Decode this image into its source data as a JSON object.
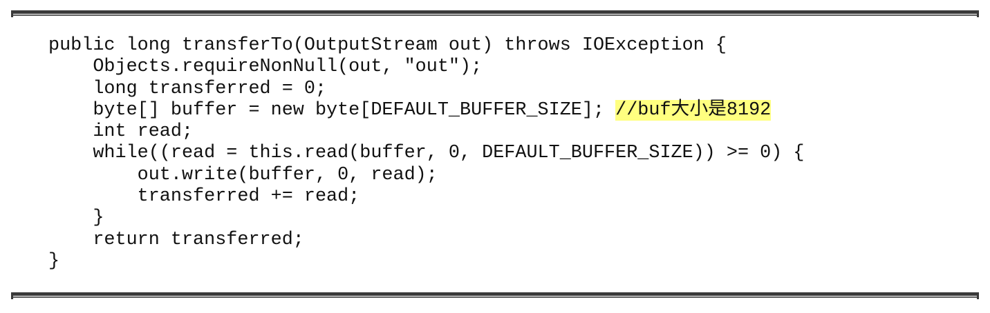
{
  "code": {
    "lines": [
      "public long transferTo(OutputStream out) throws IOException {",
      "    Objects.requireNonNull(out, \"out\");",
      "    long transferred = 0;",
      "    byte[] buffer = new byte[DEFAULT_BUFFER_SIZE]; ",
      "    int read;",
      "    while((read = this.read(buffer, 0, DEFAULT_BUFFER_SIZE)) >= 0) {",
      "        out.write(buffer, 0, read);",
      "        transferred += read;",
      "    }",
      "    return transferred;",
      "}"
    ],
    "highlighted_comment": "//buf大小是8192",
    "highlight_color": "#ffff80"
  }
}
